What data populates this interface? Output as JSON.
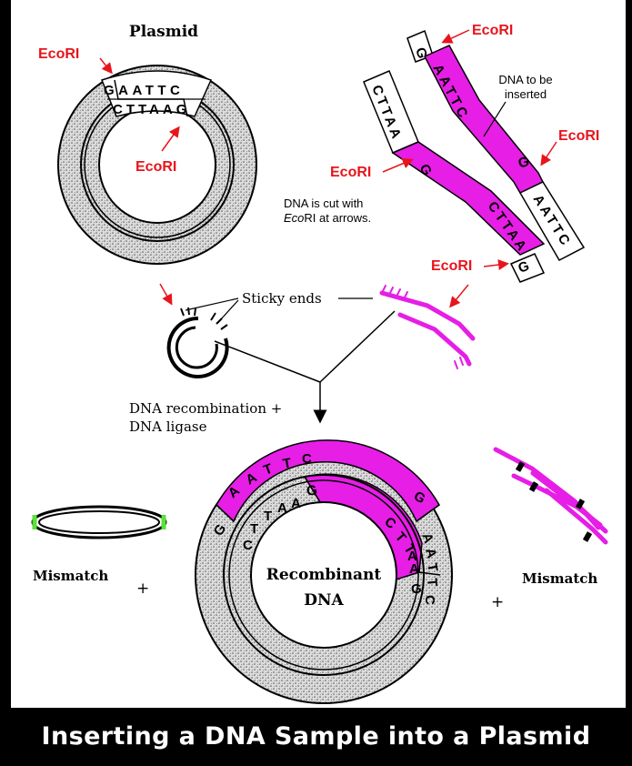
{
  "labels": {
    "plasmid": "Plasmid",
    "ecori": "EcoRI",
    "dna_to_be_inserted_line1": "DNA to be",
    "dna_to_be_inserted_line2": "inserted",
    "cut_note_line1": "DNA is cut with",
    "cut_note_line2_italic": "Eco",
    "cut_note_line2_rest": "RI at arrows.",
    "sticky_ends": "Sticky ends",
    "recombination_line1": "DNA recombination +",
    "recombination_line2": "DNA ligase",
    "mismatch": "Mismatch",
    "plus": "+",
    "recombinant_line1": "Recombinant",
    "recombinant_line2": "DNA"
  },
  "sequences": {
    "top_strand": "GAATTC",
    "bottom_strand": "CTTAAG"
  },
  "title": "Inserting a DNA Sample into a Plasmid",
  "colors": {
    "dna_insert": "#e61ee6",
    "enzyme_label": "#e8141c",
    "mismatch_ends": "#58e23a"
  }
}
